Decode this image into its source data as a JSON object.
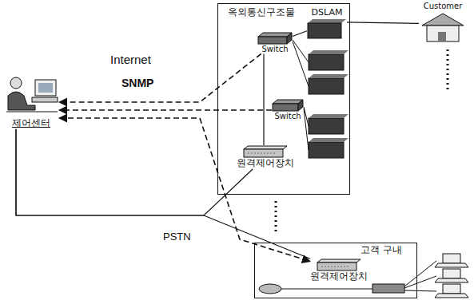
{
  "diagram": {
    "nodes": [
      {
        "text": [
          "제어센터"
        ]
      },
      {
        "text": [
          "옥외통신구조물"
        ]
      },
      {
        "text": [
          "Switch"
        ],
        "in": 1
      },
      {
        "text": [
          "Switch"
        ],
        "in": 1
      },
      {
        "text": [
          "DSLAM"
        ],
        "in": 1
      },
      {
        "text": [
          "원격제어장치"
        ],
        "in": 1
      },
      {
        "text": [
          "Customer"
        ]
      },
      {
        "text": [
          "고객 구내"
        ]
      },
      {
        "text": [
          "원격제어장치"
        ],
        "in": 7
      }
    ],
    "edges": [
      {
        "from": 2,
        "to": 0,
        "arrow": "to"
      },
      {
        "from": 3,
        "to": 0,
        "arrow": "to"
      },
      {
        "from": 0,
        "to": 8,
        "arrow": "both"
      },
      {
        "from": 0,
        "to": 5,
        "arrow": "none"
      },
      {
        "from": 0,
        "to": 8,
        "arrow": "none"
      },
      {
        "from": 5,
        "to": 2,
        "arrow": "none"
      },
      {
        "from": 2,
        "to": 4,
        "arrow": "none"
      },
      {
        "from": 4,
        "to": 6,
        "arrow": "none"
      }
    ],
    "labels": [
      "Internet",
      "SNMP",
      "PSTN"
    ]
  }
}
